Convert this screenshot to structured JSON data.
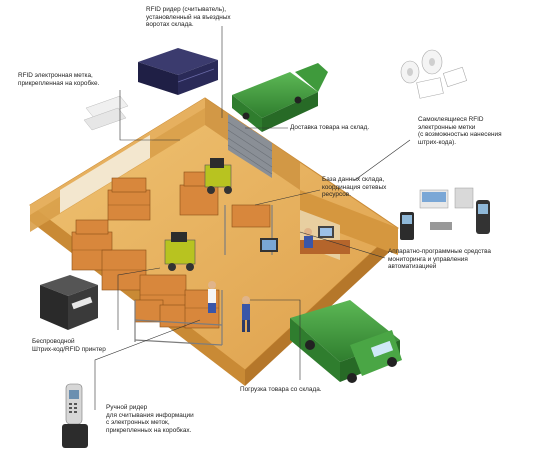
{
  "labels": {
    "rfid_reader_gate": "RFID ридер (считыватель),\nустановленный на въездных\nворотах склада.",
    "rfid_tags_boxes": "RFID электронная метка,\nприкрепленная на коробке.",
    "delivery": "Доставка товара на склад.",
    "self_adhesive_tags": "Самоклеящиеся RFID\nэлектронные метки\n(с возможностью нанесения\nштрих-кода).",
    "warehouse_db": "База данных склада,\nкоординация сетевых\nресурсов.",
    "hw_sw_tools": "Аппаратно-программные средства\nмониторинга и управления\nавтоматизацией",
    "wireless_printer": "Беспроводной\nШтрих-код/RFID принтер",
    "loading": "Погрузка товара со склада.",
    "handheld_reader": "Ручной ридер\nдля считывания информации\nс электронных меток,\nприкрепленных на коробках."
  },
  "colors": {
    "floor": "#e8b25c",
    "floor_edge": "#c98a35",
    "wall": "#d9a04a",
    "truck_green": "#3f9a3c",
    "box": "#d8873c",
    "leader_line": "#333333"
  },
  "icons": [
    "rfid-reader-icon",
    "label-rolls-icon",
    "tag-sheet-icon",
    "printer-icon",
    "handheld-scanner-icon",
    "pda-icon",
    "computer-icon",
    "forklift-icon",
    "truck-icon",
    "worker-icon"
  ]
}
